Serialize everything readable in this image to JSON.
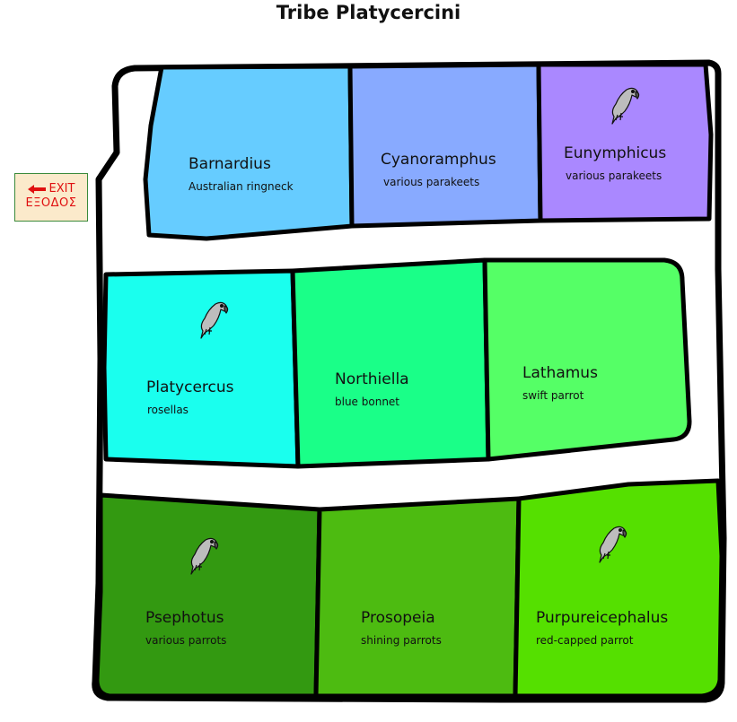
{
  "page": {
    "title": "Tribe Platycercini"
  },
  "exit": {
    "line1": "EXIT",
    "line2": "ΕΞΟΔΟΣ",
    "icon": "left-arrow-icon",
    "color": "#e01010",
    "background": "#fbeacb"
  },
  "rooms": [
    {
      "id": "barnardius",
      "genus": "Barnardius",
      "common": "Australian ringneck",
      "color": "#66ccff",
      "has_parrot": false
    },
    {
      "id": "cyanoramphus",
      "genus": "Cyanoramphus",
      "common": "various parakeets",
      "color": "#88aaff",
      "has_parrot": false
    },
    {
      "id": "eunymphicus",
      "genus": "Eunymphicus",
      "common": "various parakeets",
      "color": "#aa88ff",
      "has_parrot": true
    },
    {
      "id": "platycercus",
      "genus": "Platycercus",
      "common": "rosellas",
      "color": "#1affee",
      "has_parrot": true
    },
    {
      "id": "northiella",
      "genus": "Northiella",
      "common": "blue bonnet",
      "color": "#1aff88",
      "has_parrot": false
    },
    {
      "id": "lathamus",
      "genus": "Lathamus",
      "common": "swift parrot",
      "color": "#55ff66",
      "has_parrot": false
    },
    {
      "id": "psephotus",
      "genus": "Psephotus",
      "common": "various parrots",
      "color": "#339911",
      "has_parrot": true
    },
    {
      "id": "prosopeia",
      "genus": "Prosopeia",
      "common": "shining parrots",
      "color": "#4dbb11",
      "has_parrot": false
    },
    {
      "id": "purpureicephalus",
      "genus": "Purpureicephalus",
      "common": "red-capped parrot",
      "color": "#55e000",
      "has_parrot": true
    }
  ]
}
